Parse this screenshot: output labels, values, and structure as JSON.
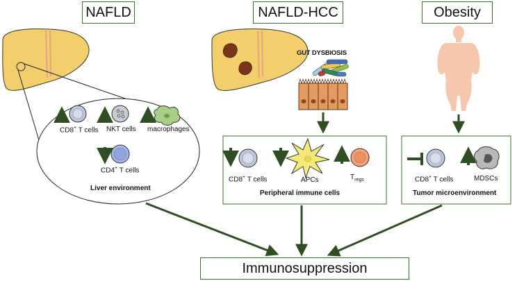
{
  "titles": {
    "nafld": "NAFLD",
    "nafld_hcc": "NAFLD-HCC",
    "obesity": "Obesity"
  },
  "gut_dysbiosis": "GUT DYSBIOSIS",
  "liver_env": {
    "cd8": {
      "base": "CD8",
      "sup": "+",
      "rest": " T cells"
    },
    "nkt": "NKT cells",
    "macrophages": "macrophages",
    "cd4": {
      "base": "CD4",
      "sup": "+",
      "rest": " T cells"
    },
    "caption": "Liver environment"
  },
  "peripheral": {
    "cd8": {
      "base": "CD8",
      "sup": "+",
      "rest": " T cells"
    },
    "apcs": "APCs",
    "tregs": {
      "base": "T",
      "sub": "regs"
    },
    "caption": "Peripheral immune cells"
  },
  "tumor": {
    "cd8": {
      "base": "CD8",
      "sup": "+",
      "rest": " T cells"
    },
    "mdscs": "MDSCs",
    "caption": "Tumor microenvironment"
  },
  "outcome": "Immunosuppression",
  "colors": {
    "arrow": "#2f4f23",
    "border": "#3f6b35",
    "liver": "#f2cf6a",
    "tumor": "#7a3416",
    "body": "#f5c8ad",
    "tcell": "#bcc6da",
    "cd4": "#a5b6e5",
    "macrophage": "#a9cf87",
    "apc": "#f4ea7c",
    "treg": "#f3a27a",
    "mdsc": "#b9b9b9"
  },
  "arrows_meaning": {
    "nafld_cd8": "up",
    "nafld_nkt": "up",
    "nafld_macrophages": "up",
    "nafld_cd4": "down",
    "hcc_cd8": "down",
    "hcc_apcs": "down",
    "hcc_tregs": "up",
    "obesity_cd8": "inhibited",
    "obesity_mdscs": "up"
  }
}
